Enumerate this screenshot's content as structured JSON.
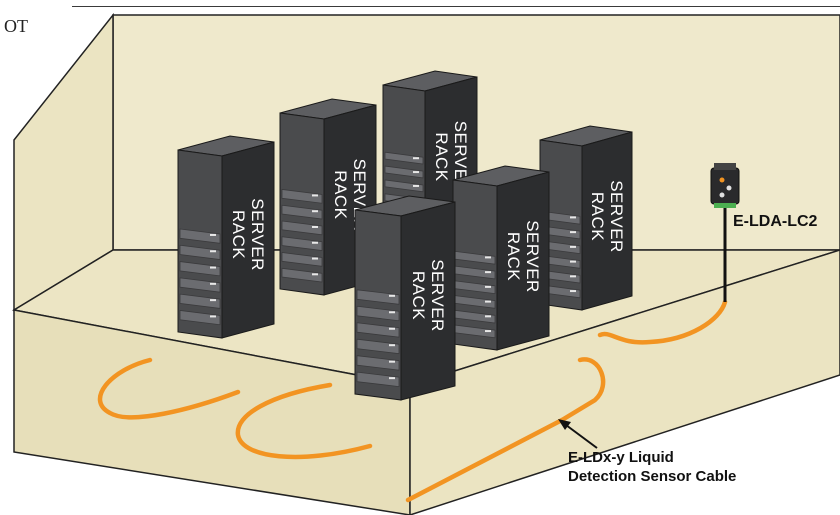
{
  "fragment_text": "OT",
  "rack_label_line1": "SERVER",
  "rack_label_line2": "RACK",
  "device_label": "E-LDA-LC2",
  "cable_label_line1": "E-LDx-y Liquid",
  "cable_label_line2": "Detection Sensor Cable",
  "colors": {
    "room_wall": "#efe9cc",
    "room_floor": "#ece5c4",
    "rack_front": "#4a4b4d",
    "rack_side": "#2c2d2f",
    "rack_top": "#5d5e61",
    "cable": "#f29422",
    "outline": "#222222"
  }
}
